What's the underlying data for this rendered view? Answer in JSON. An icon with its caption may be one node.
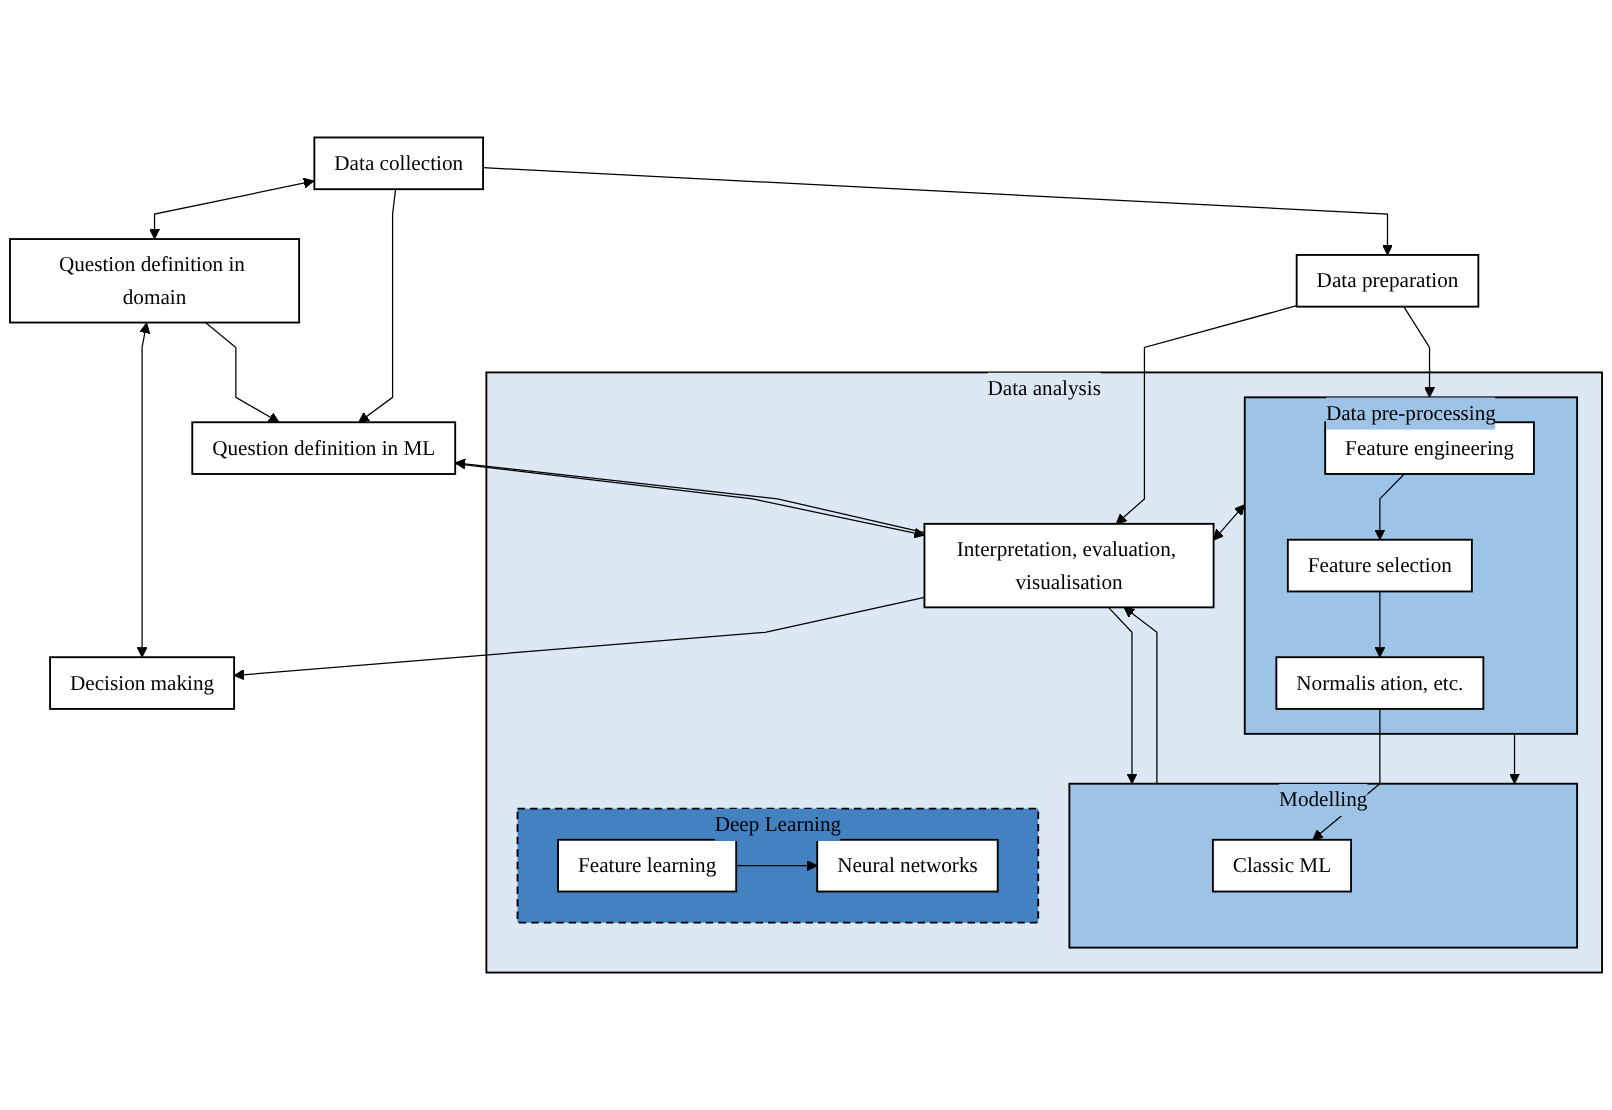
{
  "diagram": {
    "nodes": [
      {
        "text": [
          "Data collection"
        ]
      },
      {
        "text": [
          "Question definition in domain"
        ]
      },
      {
        "text": [
          "Decision making"
        ]
      },
      {
        "text": [
          "Question definition in ML"
        ]
      },
      {
        "text": [
          "Data preparation"
        ]
      },
      {
        "text": [
          "Data analysis"
        ]
      },
      {
        "text": [
          "Interpretation, evaluation, visualisation"
        ],
        "in": 5
      },
      {
        "text": [
          "Data pre-processing"
        ],
        "in": 5
      },
      {
        "text": [
          "Modelling"
        ],
        "in": 5
      },
      {
        "text": [
          "Feature engineering"
        ],
        "in": 7
      },
      {
        "text": [
          "Feature selection"
        ],
        "in": 7
      },
      {
        "text": [
          "Normalis ation, etc."
        ],
        "in": 7
      },
      {
        "text": [
          "Classic ML"
        ],
        "in": 8
      },
      {
        "text": [
          "Deep Learning"
        ],
        "in": 5
      },
      {
        "text": [
          "Feature learning"
        ],
        "in": 13
      },
      {
        "text": [
          "Neural networks"
        ],
        "in": 13
      }
    ],
    "edges": [
      {
        "from": 0,
        "to": 1,
        "arrow": "both"
      },
      {
        "from": 1,
        "to": 2,
        "arrow": "both"
      },
      {
        "from": 0,
        "to": 3,
        "arrow": "to"
      },
      {
        "from": 1,
        "to": 3,
        "arrow": "to"
      },
      {
        "from": 0,
        "to": 4,
        "arrow": "to"
      },
      {
        "from": 6,
        "to": 2,
        "arrow": "to"
      },
      {
        "from": 6,
        "to": 3,
        "arrow": "to"
      },
      {
        "from": 3,
        "to": 6,
        "arrow": "to"
      },
      {
        "from": 4,
        "to": 6,
        "arrow": "to"
      },
      {
        "from": 4,
        "to": 7,
        "arrow": "to"
      },
      {
        "from": 7,
        "to": 6,
        "arrow": "both"
      },
      {
        "from": 6,
        "to": 8,
        "arrow": "to"
      },
      {
        "from": 7,
        "to": 8,
        "arrow": "to"
      },
      {
        "from": 9,
        "to": 10,
        "arrow": "to"
      },
      {
        "from": 10,
        "to": 11,
        "arrow": "to"
      },
      {
        "from": 11,
        "to": 12,
        "arrow": "to"
      },
      {
        "from": 14,
        "to": 15,
        "arrow": "to"
      },
      {
        "from": 8,
        "to": 6,
        "arrow": "to"
      }
    ]
  }
}
